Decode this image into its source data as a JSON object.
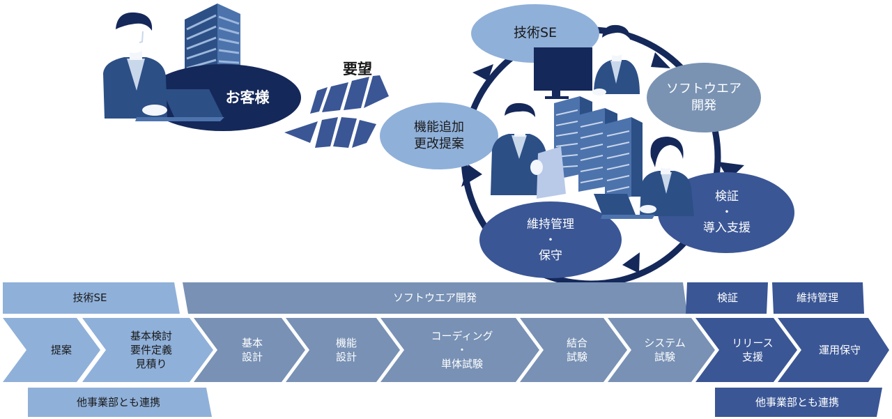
{
  "customer": {
    "label": "お客様"
  },
  "request": {
    "label": "要望"
  },
  "cycle": {
    "tech_se": "技術SE",
    "software_dev": "ソフトウエア\n開発",
    "verify": "検証\n・\n導入支援",
    "maintenance": "維持管理\n・\n保守",
    "proposal": "機能追加\n更改提案"
  },
  "flow": {
    "headers": [
      {
        "key": "tech_se",
        "label": "技術SE"
      },
      {
        "key": "software_dev",
        "label": "ソフトウエア開発"
      },
      {
        "key": "verify",
        "label": "検証"
      },
      {
        "key": "maintenance",
        "label": "維持管理"
      }
    ],
    "steps": [
      {
        "key": "proposal",
        "label": "提案"
      },
      {
        "key": "basic_study",
        "label": "基本検討\n要件定義\n見積り"
      },
      {
        "key": "basic_design",
        "label": "基本\n設計"
      },
      {
        "key": "func_design",
        "label": "機能\n設計"
      },
      {
        "key": "coding",
        "label": "コーディング\n・\n単体試験"
      },
      {
        "key": "integration",
        "label": "結合\n試験"
      },
      {
        "key": "system_test",
        "label": "システム\n試験"
      },
      {
        "key": "release",
        "label": "リリース\n支援"
      },
      {
        "key": "operation",
        "label": "運用保守"
      }
    ],
    "footers": [
      {
        "key": "left",
        "label": "他事業部とも連携"
      },
      {
        "key": "right",
        "label": "他事業部とも連携"
      }
    ]
  },
  "colors": {
    "light": "#8fb0d9",
    "mid": "#7891b5",
    "dark": "#3a5695",
    "navy": "#15285a",
    "gray_circle": "#7a93b3"
  }
}
